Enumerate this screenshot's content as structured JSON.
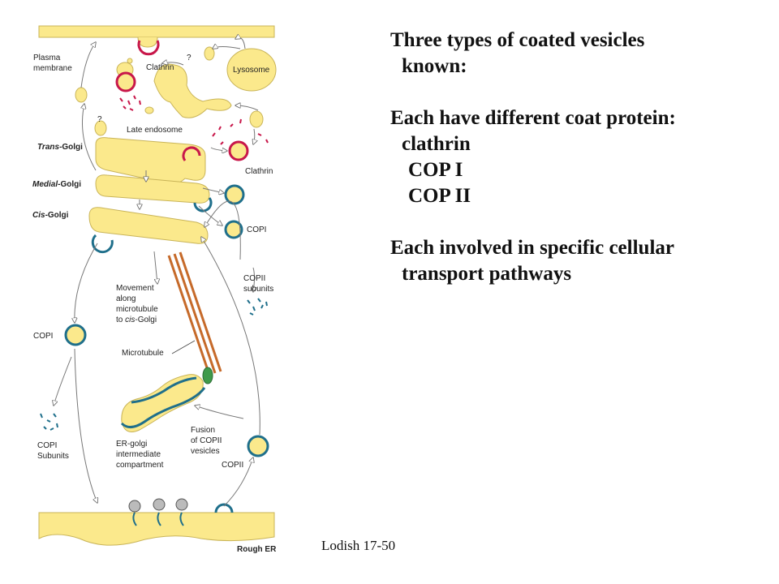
{
  "slide": {
    "lines": [
      "Three types of coated vesicles",
      "known:",
      "Each have different coat protein:",
      "clathrin",
      "COP I",
      "COP II",
      "Each involved in specific cellular",
      "transport pathways"
    ],
    "caption": "Lodish 17-50"
  },
  "figure": {
    "labels": {
      "plasma_membrane_1": "Plasma",
      "plasma_membrane_2": "membrane",
      "clathrin_top": "Clathrin",
      "q1": "?",
      "q2": "?",
      "lysosome": "Lysosome",
      "late_endosome": "Late endosome",
      "trans_golgi_a": "Trans",
      "trans_golgi_b": "-Golgi",
      "medial_golgi_a": "Medial",
      "medial_golgi_b": "-Golgi",
      "cis_golgi_a": "Cis",
      "cis_golgi_b": "-Golgi",
      "clathrin_right": "Clathrin",
      "copi_right": "COPI",
      "copii_subunits_1": "COPII",
      "copii_subunits_2": "subunits",
      "movement_1": "Movement",
      "movement_2": "along",
      "movement_3": "microtubule",
      "movement_4a": "to ",
      "movement_4b": "cis",
      "movement_4c": "-Golgi",
      "copi_left": "COPI",
      "microtubule": "Microtubule",
      "copi_subunits_1": "COPI",
      "copi_subunits_2": "Subunits",
      "ergic_1": "ER-golgi",
      "ergic_2": "intermediate",
      "ergic_3": "compartment",
      "fusion_1": "Fusion",
      "fusion_2": "of COPII",
      "fusion_3": "vesicles",
      "copii_bottom": "COPII",
      "rough_er": "Rough ER"
    },
    "colors": {
      "membrane_fill": "#fbe98c",
      "membrane_stroke": "#c9b458",
      "clathrin": "#c8174a",
      "cop": "#1f6f8b",
      "microtubule": "#c66a2a",
      "motor": "#3f9a4a",
      "arrow": "#777777"
    }
  }
}
